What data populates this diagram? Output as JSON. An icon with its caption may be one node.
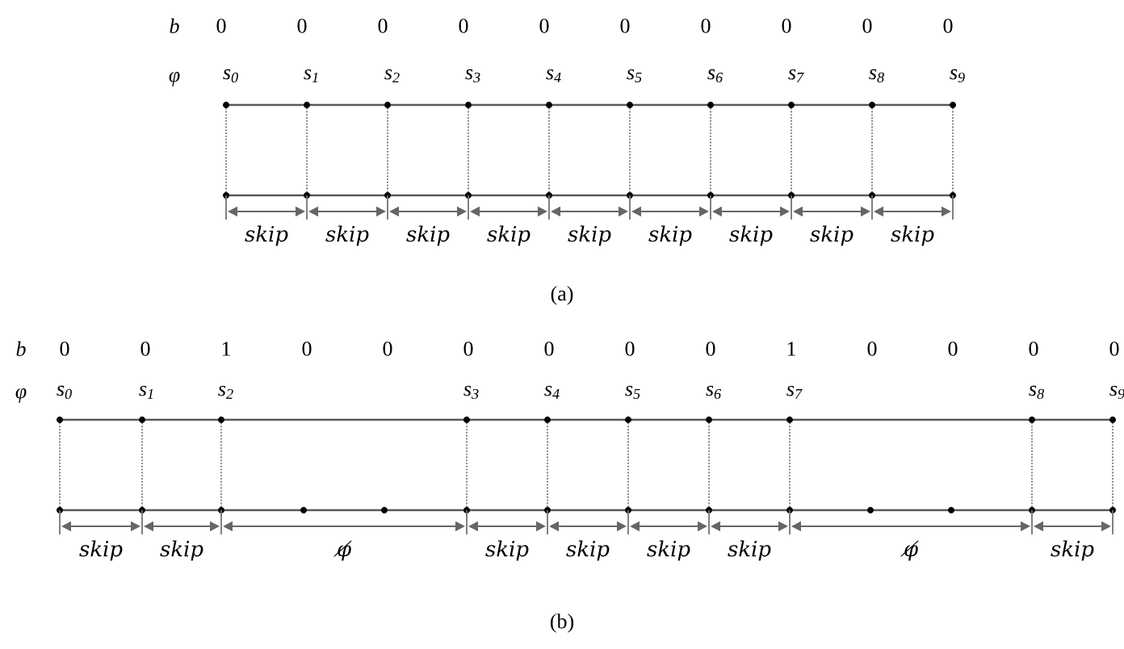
{
  "diagram": {
    "labels": [
      "b",
      "0",
      "0",
      "0",
      "0",
      "0",
      "0",
      "0",
      "0",
      "0",
      "0",
      "φ",
      "s$_{0}$",
      "s$_{1}$",
      "s$_{2}$",
      "s$_{3}$",
      "s$_{4}$",
      "s$_{5}$",
      "s$_{6}$",
      "s$_{7}$",
      "s$_{8}$",
      "s$_{9}$",
      "skip",
      "skip",
      "skip",
      "skip",
      "skip",
      "skip",
      "skip",
      "skip",
      "skip",
      "(a)",
      "b",
      "0",
      "0",
      "1",
      "0",
      "0",
      "0",
      "0",
      "0",
      "0",
      "1",
      "0",
      "0",
      "0",
      "0",
      "φ",
      "s$_{0}$",
      "s$_{1}$",
      "s$_{2}$",
      "s$_{3}$",
      "s$_{4}$",
      "s$_{5}$",
      "s$_{6}$",
      "s$_{7}$",
      "s$_{8}$",
      "s$_{9}$",
      "skip",
      "skip",
      "φ̸",
      "skip",
      "skip",
      "skip",
      "skip",
      "φ̸",
      "skip",
      "(b)"
    ]
  }
}
